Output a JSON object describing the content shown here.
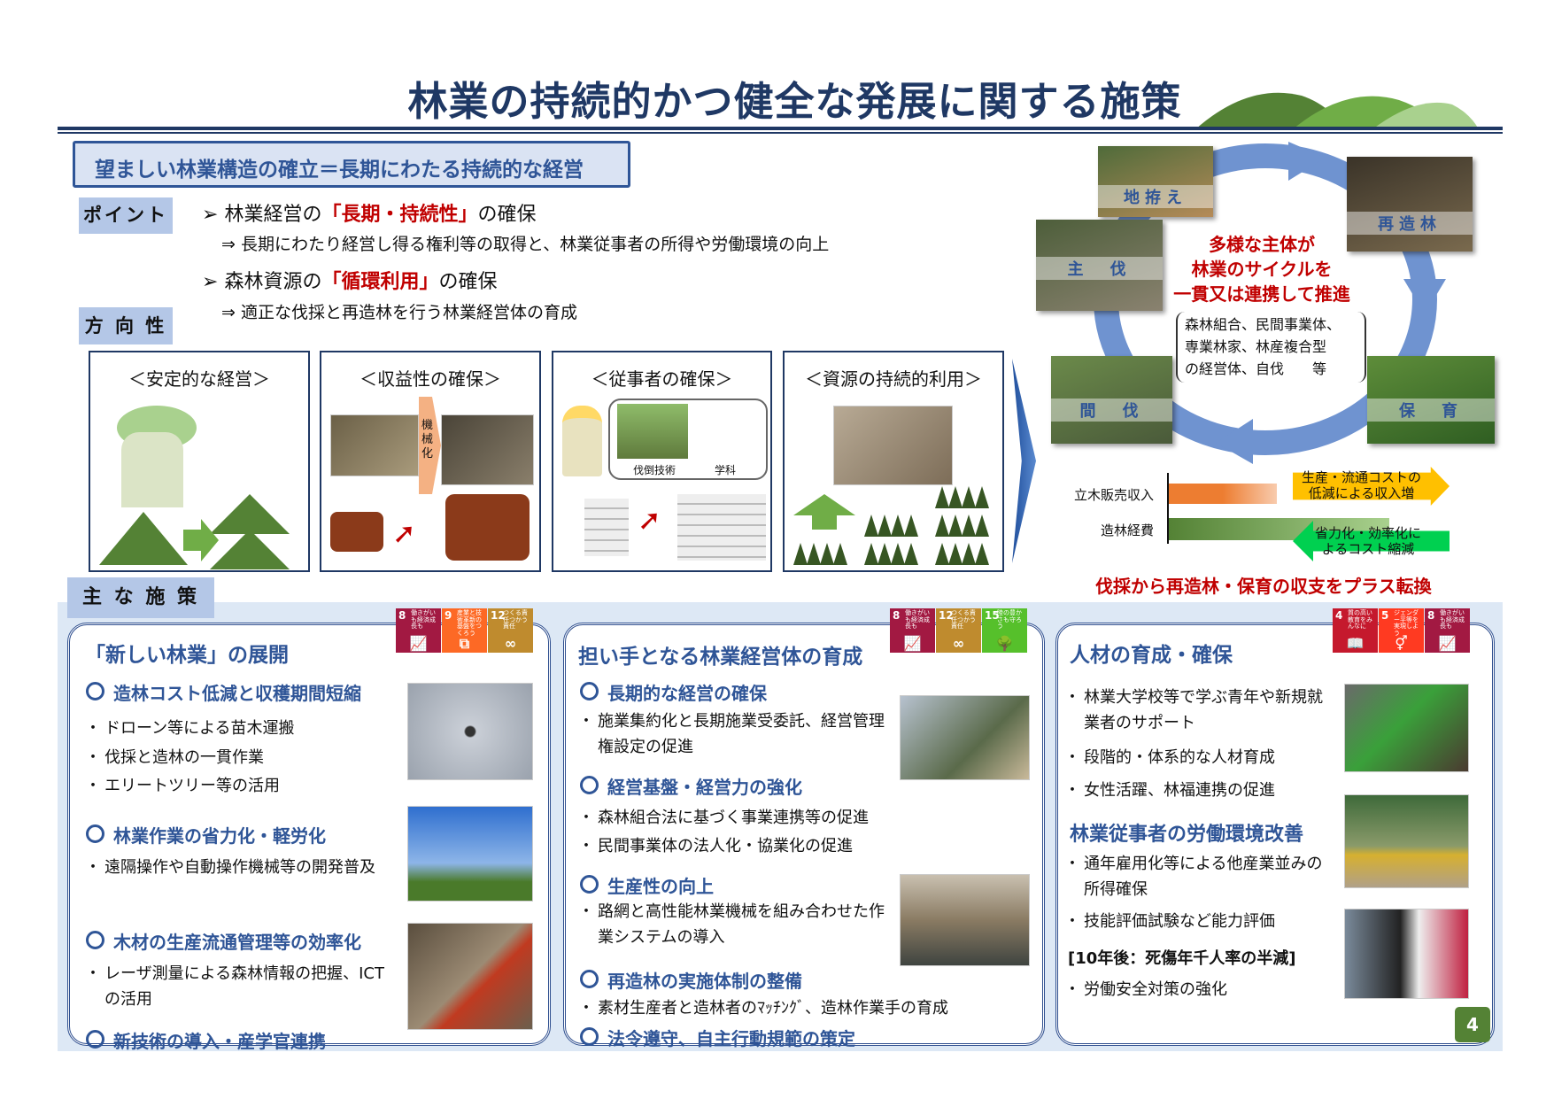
{
  "title": "林業の持続的かつ健全な発展に関する施策",
  "header": "望ましい林業構造の確立＝長期にわたる持続的な経営",
  "point_label": "ポイント",
  "points": [
    {
      "marker": "➢",
      "pre": "林業経営の",
      "emph": "「長期・持続性」",
      "post": "の確保",
      "sub": "⇒ 長期にわたり経営し得る権利等の取得と、林業従事者の所得や労働環境の向上"
    },
    {
      "marker": "➢",
      "pre": "森林資源の",
      "emph": "「循環利用」",
      "post": "の確保",
      "sub": "⇒ 適正な伐採と再造林を行う林業経営体の育成"
    }
  ],
  "direction_label": "方 向 性",
  "directions": [
    {
      "heading": "＜安定的な経営＞"
    },
    {
      "heading": "＜収益性の確保＞",
      "arrow_label": "機械化"
    },
    {
      "heading": "＜従事者の確保＞",
      "bubble_labels": [
        "伐倒技術",
        "学科"
      ]
    },
    {
      "heading": "＜資源の持続的利用＞"
    }
  ],
  "cycle": {
    "stages": [
      "地拵え",
      "再造林",
      "保　育",
      "間　伐",
      "主　伐"
    ],
    "center_lines": [
      "多様な主体が",
      "林業のサイクルを",
      "一貫又は連携して推進"
    ],
    "actors_lines": [
      "森林組合、民間事業体、",
      "専業林家、林産複合型",
      "の経営体、自伐　　等"
    ],
    "center_color": "#c00000",
    "arrow_color": "#6f93d0"
  },
  "balance": {
    "rows": [
      {
        "label": "立木販売収入",
        "color": "#ed7d31"
      },
      {
        "label": "造林経費",
        "color": "#548235"
      }
    ],
    "increase_note": [
      "生産・流通コストの",
      "低減による収入増"
    ],
    "decrease_note": [
      "省力化・効率化に",
      "よるコスト縮減"
    ],
    "conclusion": "伐採から再造林・保育の収支をプラス転換"
  },
  "measures_label": "主 な 施 策",
  "panels": [
    {
      "title": "「新しい林業」の展開",
      "sdgs": [
        {
          "num": "8",
          "text": "働きがいも経済成長も",
          "icon": "growth-chart-icon",
          "color": "#a21942"
        },
        {
          "num": "9",
          "text": "産業と技術革新の基盤をつくろう",
          "icon": "cubes-icon",
          "color": "#fd6925"
        },
        {
          "num": "12",
          "text": "つくる責任つかう責任",
          "icon": "infinity-icon",
          "color": "#bf8b2e"
        }
      ],
      "items": [
        {
          "heading": "造林コスト低減と収穫期間短縮",
          "bullets": [
            "ドローン等による苗木運搬",
            "伐採と造林の一貫作業",
            "エリートツリー等の活用"
          ]
        },
        {
          "heading": "林業作業の省力化・軽労化",
          "bullets": [
            "遠隔操作や自動操作機械等の開発普及"
          ]
        },
        {
          "heading": "木材の生産流通管理等の効率化",
          "bullets": [
            "レーザ測量による森林情報の把握、ICTの活用"
          ]
        },
        {
          "heading": "新技術の導入・産学官連携",
          "bullets": []
        }
      ]
    },
    {
      "title": "担い手となる林業経営体の育成",
      "sdgs": [
        {
          "num": "8",
          "text": "働きがいも経済成長も",
          "icon": "growth-chart-icon",
          "color": "#a21942"
        },
        {
          "num": "12",
          "text": "つくる責任つかう責任",
          "icon": "infinity-icon",
          "color": "#bf8b2e"
        },
        {
          "num": "15",
          "text": "陸の豊かさも守ろう",
          "icon": "tree-icon",
          "color": "#56c02b"
        }
      ],
      "items": [
        {
          "heading": "長期的な経営の確保",
          "bullets": [
            "施業集約化と長期施業受委託、経営管理権設定の促進"
          ]
        },
        {
          "heading": "経営基盤・経営力の強化",
          "bullets": [
            "森林組合法に基づく事業連携等の促進",
            "民間事業体の法人化・協業化の促進"
          ]
        },
        {
          "heading": "生産性の向上",
          "bullets": [
            "路網と高性能林業機械を組み合わせた作業システムの導入"
          ]
        },
        {
          "heading": "再造林の実施体制の整備",
          "bullets": [
            "素材生産者と造林者のﾏｯﾁﾝｸﾞ、造林作業手の育成"
          ]
        },
        {
          "heading": "法令遵守、自主行動規範の策定",
          "bullets": []
        }
      ]
    },
    {
      "title": "人材の育成・確保",
      "sdgs": [
        {
          "num": "4",
          "text": "質の高い教育をみんなに",
          "icon": "book-icon",
          "color": "#c5192d"
        },
        {
          "num": "5",
          "text": "ジェンダー平等を実現しよう",
          "icon": "gender-icon",
          "color": "#ff3a21"
        },
        {
          "num": "8",
          "text": "働きがいも経済成長も",
          "icon": "growth-chart-icon",
          "color": "#a21942"
        }
      ],
      "bullets1": [
        "林業大学校等で学ぶ青年や新規就業者のサポート",
        "段階的・体系的な人材育成",
        "女性活躍、林福連携の促進"
      ],
      "subtitle": "林業従事者の労働環境改善",
      "bullets2": [
        "通年雇用化等による他産業並みの所得確保",
        "技能評価試験など能力評価"
      ],
      "target": "[10年後：死傷年千人率の半減]",
      "bullets3": [
        "労働安全対策の強化"
      ]
    }
  ],
  "page_number": "4"
}
